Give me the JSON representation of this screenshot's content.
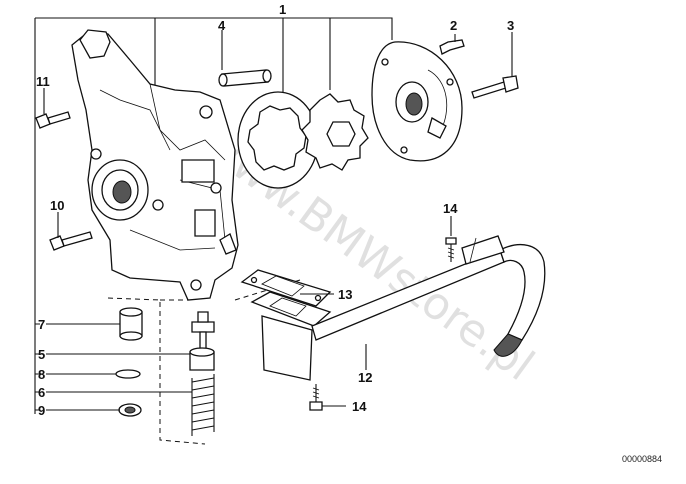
{
  "diagram": {
    "catalog_number": "00000884",
    "watermark": "www.BMWstore.pl",
    "callouts": [
      "1",
      "2",
      "3",
      "4",
      "5",
      "6",
      "7",
      "8",
      "9",
      "10",
      "11",
      "12",
      "13",
      "14",
      "14"
    ]
  }
}
